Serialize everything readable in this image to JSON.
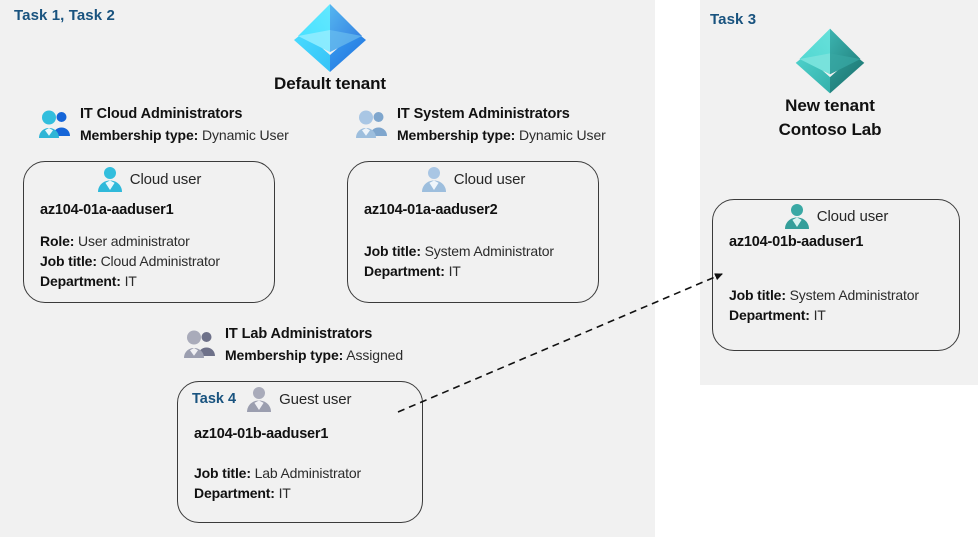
{
  "colors": {
    "panel_bg": "#f1f1f1",
    "task_label": "#19537f",
    "tenant_default_light": "#50e6ff",
    "tenant_default_dark": "#3a8ce8",
    "tenant_new_light": "#4fd1cb",
    "tenant_new_dark": "#2e9b96",
    "user_cyan": "#32bedd",
    "user_blue_muted": "#9fbfe0",
    "user_teal": "#3aa8a4",
    "user_gray": "#a6a6b4",
    "card_border": "#3b3b3b"
  },
  "panels": {
    "left": {
      "task_label": "Task 1, Task 2"
    },
    "right": {
      "task_label": "Task 3"
    }
  },
  "tenants": {
    "default": {
      "name": "Default tenant",
      "icon": "azure-ad-tenant-icon"
    },
    "new": {
      "name_line1": "New  tenant",
      "name_line2": "Contoso Lab",
      "icon": "azure-ad-tenant-icon"
    }
  },
  "groups": [
    {
      "id": "cloud",
      "icon": "group-users-icon",
      "name": "IT Cloud Administrators",
      "meta_label": "Membership type:",
      "meta_value": "Dynamic User"
    },
    {
      "id": "system",
      "icon": "group-users-icon",
      "name": "IT System Administrators",
      "meta_label": "Membership type:",
      "meta_value": "Dynamic User"
    },
    {
      "id": "lab",
      "icon": "group-users-icon",
      "name": "IT Lab Administrators",
      "meta_label": "Membership type:",
      "meta_value": "Assigned"
    }
  ],
  "cards": {
    "user1": {
      "user_icon": "cloud-user-icon",
      "user_kind": "Cloud user",
      "name": "az104-01a-aaduser1",
      "attrs": [
        {
          "label": "Role:",
          "value": "User administrator"
        },
        {
          "label": "Job title:",
          "value": "Cloud Administrator"
        },
        {
          "label": "Department:",
          "value": "IT"
        }
      ]
    },
    "user2": {
      "user_icon": "cloud-user-icon",
      "user_kind": "Cloud user",
      "name": "az104-01a-aaduser2",
      "attrs": [
        {
          "label": "Job title:",
          "value": "System Administrator"
        },
        {
          "label": "Department:",
          "value": "IT"
        }
      ]
    },
    "user3": {
      "user_icon": "cloud-user-icon",
      "user_kind": "Cloud user",
      "name": "az104-01b-aaduser1",
      "attrs": [
        {
          "label": "Job title:",
          "value": "System Administrator"
        },
        {
          "label": "Department:",
          "value": "IT"
        }
      ]
    },
    "guest": {
      "task_label": "Task 4",
      "user_icon": "guest-user-icon",
      "user_kind": "Guest user",
      "name": "az104-01b-aaduser1",
      "attrs": [
        {
          "label": "Job title:",
          "value": "Lab Administrator"
        },
        {
          "label": "Department:",
          "value": "IT"
        }
      ]
    }
  },
  "connector": {
    "style": "dashed-arrow",
    "from": "guest-user-card",
    "to": "new-tenant-cloud-user-card"
  }
}
